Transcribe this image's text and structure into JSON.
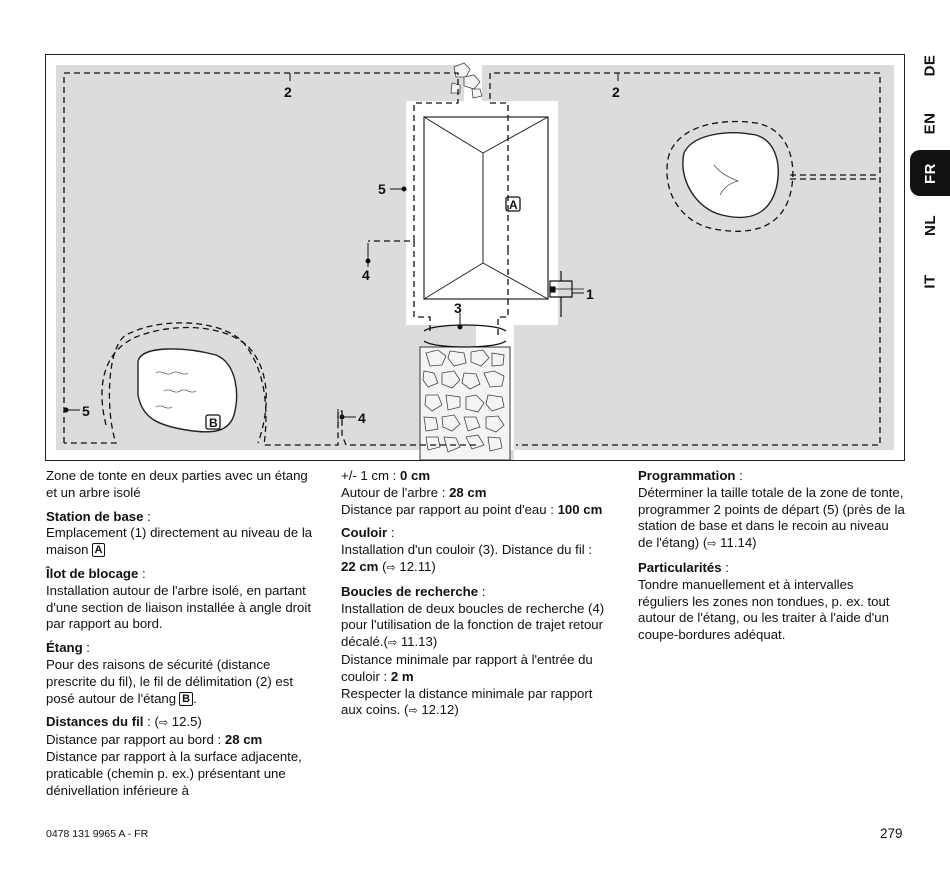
{
  "languages": [
    {
      "code": "DE",
      "active": false
    },
    {
      "code": "EN",
      "active": false
    },
    {
      "code": "FR",
      "active": true
    },
    {
      "code": "NL",
      "active": false
    },
    {
      "code": "IT",
      "active": false
    }
  ],
  "diagram": {
    "callouts": {
      "c1": "1",
      "c2a": "2",
      "c2b": "2",
      "c3": "3",
      "c4a": "4",
      "c4b": "4",
      "c5a": "5",
      "c5b": "5"
    },
    "marker_a": "A",
    "marker_b": "B"
  },
  "col1": {
    "intro": "Zone de tonte en deux parties avec un étang et un arbre isolé",
    "station_title": "Station de base",
    "station_text": "Emplacement (1) directement au niveau de la maison",
    "station_marker": "A",
    "ilot_title": "Îlot de blocage",
    "ilot_text": "Installation autour de l'arbre isolé, en partant d'une section de liaison installée à angle droit par rapport au bord.",
    "etang_title": "Étang",
    "etang_text": "Pour des raisons de sécurité (distance prescrite du fil), le fil de délimitation (2) est posé autour de l'étang",
    "etang_marker": "B",
    "dist_title": "Distances du fil",
    "dist_ref": "12.5",
    "dist_edge_label": "Distance par rapport au bord : ",
    "dist_edge_value": "28 cm",
    "dist_surface_text": "Distance par rapport à la surface adjacente, praticable (chemin p. ex.) présentant une dénivellation inférieure à"
  },
  "col2": {
    "pm_label": "+/- 1 cm : ",
    "pm_value": "0 cm",
    "tree_label": "Autour de l'arbre : ",
    "tree_value": "28 cm",
    "water_label": "Distance par rapport au point d'eau : ",
    "water_value": "100 cm",
    "couloir_title": "Couloir",
    "couloir_text": "Installation d'un couloir (3).  Distance du fil : ",
    "couloir_value": "22 cm",
    "couloir_ref": "12.11",
    "boucles_title": "Boucles de recherche",
    "boucles_text": "Installation de deux boucles de recherche (4) pour l'utilisation de la fonction de trajet retour décalé.",
    "boucles_ref": "11.13",
    "boucles_min_label": "Distance minimale par rapport à l'entrée du couloir : ",
    "boucles_min_value": "2 m",
    "boucles_corner_text": "Respecter la distance minimale par rapport aux coins.",
    "boucles_corner_ref": "12.12"
  },
  "col3": {
    "prog_title": "Programmation",
    "prog_text": "Déterminer la taille totale de la zone de tonte, programmer 2 points de départ (5) (près de la station de base et dans le recoin au niveau de l'étang)",
    "prog_ref": "11.14",
    "part_title": "Particularités",
    "part_text": "Tondre manuellement et à intervalles réguliers les zones non tondues, p. ex. tout autour de l'étang, ou les traiter à l'aide d'un coupe-bordures adéquat."
  },
  "footer": {
    "doc_code": "0478 131 9965 A - FR",
    "page_number": "279"
  }
}
